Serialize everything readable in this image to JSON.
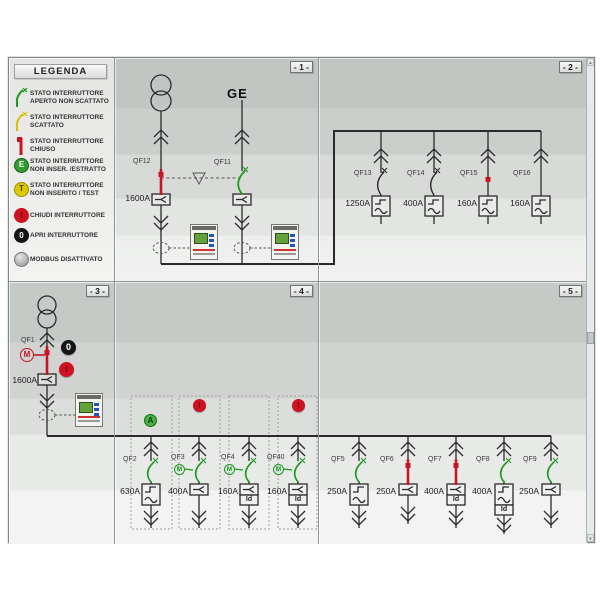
{
  "legend": {
    "title": "LEGENDA",
    "items": [
      {
        "line1": "STATO INTERRUTTORE",
        "line2": "APERTO NON SCATTATO"
      },
      {
        "line1": "STATO INTERRUTTORE",
        "line2": "SCATTATO"
      },
      {
        "line1": "STATO INTERRUTTORE",
        "line2": "CHIUSO"
      },
      {
        "line1": "STATO INTERRUTTORE",
        "line2": "NON INSER. /ESTRATTO"
      },
      {
        "line1": "STATO INTERRUTTORE",
        "line2": "NON INSERITO / TEST"
      },
      {
        "line1": "CHIUDI INTERRUTTORE",
        "line2": ""
      },
      {
        "line1": "APRI INTERRUTTORE",
        "line2": ""
      },
      {
        "line1": "MODBUS DISATTIVATO",
        "line2": ""
      }
    ],
    "badge_e": "E",
    "badge_t": "T",
    "badge_chiudi": "I",
    "badge_apri": "0"
  },
  "panel1": {
    "tab": "- 1 -",
    "ge": "GE",
    "qf12": "QF12",
    "qf12_rating": "1600A",
    "qf11": "QF11"
  },
  "panel2": {
    "tab": "- 2 -",
    "feeders": [
      {
        "name": "QF13",
        "rating": "1250A"
      },
      {
        "name": "QF14",
        "rating": "400A"
      },
      {
        "name": "QF15",
        "rating": "160A"
      },
      {
        "name": "QF16",
        "rating": "160A"
      }
    ]
  },
  "panel3": {
    "tab": "- 3 -",
    "qf1": "QF1",
    "qf1_rating": "1600A",
    "motor": "M",
    "open_btn": "0",
    "close_btn": "I"
  },
  "panel4": {
    "tab": "- 4 -",
    "auto": "A",
    "close_btn": "I",
    "motor": "M",
    "feeders": [
      {
        "name": "QF2",
        "rating": "630A"
      },
      {
        "name": "QF3",
        "rating": "400A"
      },
      {
        "name": "QF4",
        "rating": "160A",
        "id": "Id"
      },
      {
        "name": "QF40",
        "rating": "160A",
        "id": "Id"
      }
    ]
  },
  "panel5": {
    "tab": "- 5 -",
    "feeders": [
      {
        "name": "QF5",
        "rating": "250A"
      },
      {
        "name": "QF6",
        "rating": "250A"
      },
      {
        "name": "QF7",
        "rating": "400A",
        "id": "Id"
      },
      {
        "name": "QF8",
        "rating": "400A",
        "id": "Id"
      },
      {
        "name": "QF9",
        "rating": "250A"
      }
    ]
  },
  "colors": {
    "closed": "#c81426",
    "open": "#17991c",
    "tripped": "#d2c400",
    "panel_border": "#8f9697"
  }
}
